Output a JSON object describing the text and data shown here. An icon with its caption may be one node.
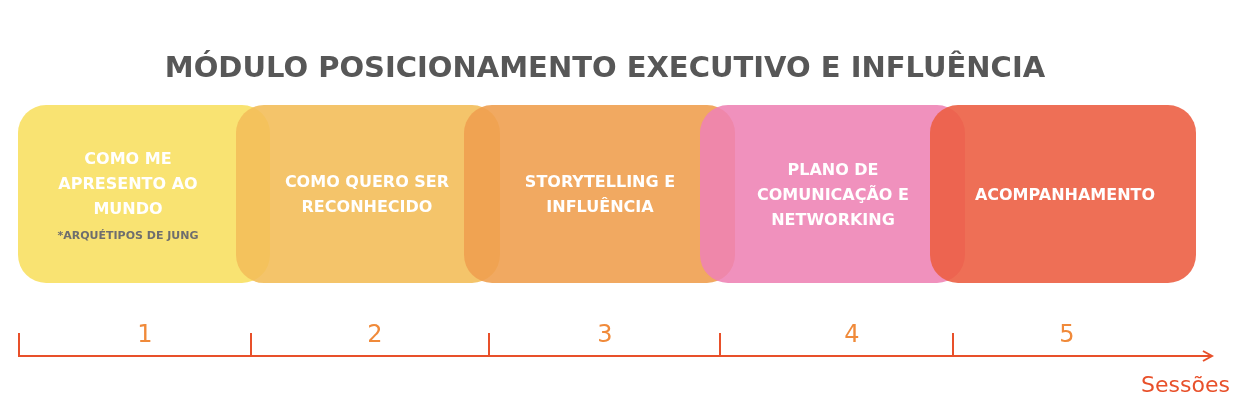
{
  "diagram": {
    "title": "MÓDULO POSICIONAMENTO EXECUTIVO E INFLUÊNCIA",
    "nodes": [
      {
        "text": [
          "COMO ME APRESENTO AO MUNDO",
          "*ARQUÉTIPOS DE JUNG"
        ]
      },
      {
        "text": [
          "COMO QUERO SER RECONHECIDO"
        ]
      },
      {
        "text": [
          "STORYTELLING E INFLUÊNCIA"
        ]
      },
      {
        "text": [
          "PLANO DE COMUNICAÇÃO E NETWORKING"
        ]
      },
      {
        "text": [
          "ACOMPANHAMENTO"
        ]
      }
    ],
    "labels": [
      "1",
      "2",
      "3",
      "4",
      "5",
      "Sessões"
    ]
  }
}
